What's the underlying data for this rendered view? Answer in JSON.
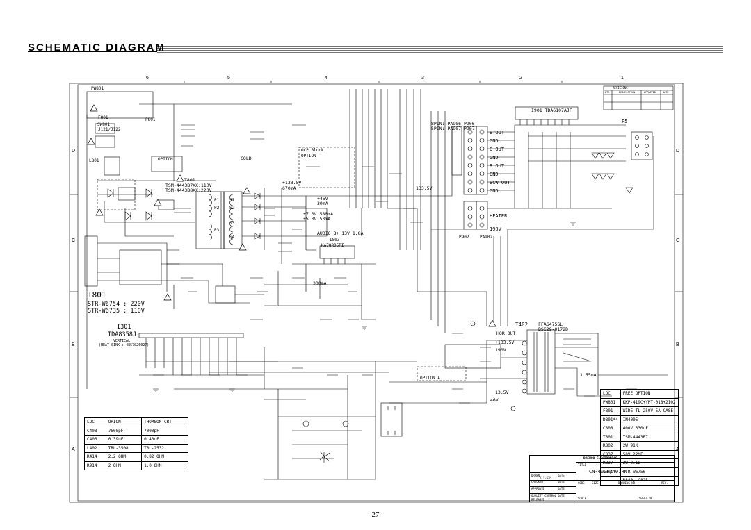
{
  "page": {
    "title": "SCHEMATIC DIAGRAM",
    "page_number": "-27-"
  },
  "grid": {
    "columns": [
      "6",
      "5",
      "4",
      "3",
      "2",
      "1"
    ],
    "rows": [
      "D",
      "C",
      "B",
      "A"
    ]
  },
  "labels": {
    "pw801": "PW801",
    "p801": "P801",
    "f801": "F801",
    "sw801": "SW801",
    "j121": "J121/J122",
    "lb01": "LB01",
    "option": "OPTION",
    "t801": "T801",
    "t801_a": "TSM-4443B7XX:110V",
    "t801_b": "TSM-4443B8XX:220V",
    "s1": "S1",
    "s2": "S2",
    "s3": "S3",
    "s4": "S4",
    "p1": "P1",
    "p2": "P2",
    "p3": "P3",
    "i801_big": "I801",
    "str_a": "STR-W6754 : 220V",
    "str_b": "STR-W6735 : 110V",
    "i301": "I301",
    "tda8358j": "TDA8358J",
    "vertical": "VERTICAL",
    "heat_sink": "(HEAT SINK : 4857026027)",
    "ocp_block": "OCP Block",
    "ocp_option": "OPTION",
    "cold": "COLD",
    "v133": "+133.5V",
    "ma670": "670mA",
    "v45": "+45V",
    "ma30": "30mA",
    "v7": "+7.0V 580mA",
    "v5": "+5.0V 53mA",
    "audio": "AUDIO B+ 13V 1.8A",
    "i803": "I803",
    "ka78r05": "KA78R05PI",
    "ma300": "300mA",
    "v133_right": "133.5V",
    "pin8": "8PIN: PA906  P906",
    "pin5": "5PIN: PA907  P907",
    "i901": "I901  TDA6107AJF",
    "p5": "P5",
    "b_out": "B OUT",
    "gnd": "GND",
    "g_out": "G OUT",
    "r_out": "R OUT",
    "bcw_out": "BCW OUT",
    "heater": "HEATER",
    "v190": "190V",
    "p902": "P902",
    "pa902": "PA902",
    "t402": "T402",
    "ffa": "FFA6475SL",
    "bsc": "BSC29-0172D",
    "hor_out": "HOR.OUT",
    "v133_t402": "+133.5V",
    "v190_b": "190V",
    "v13_5": "13.5V",
    "v46": "46V",
    "ma155": "1.55mA",
    "option_a": "OPTION A",
    "crt_tbl": {
      "header": [
        "LOC",
        "ORION",
        "THOMSON CRT"
      ],
      "rows": [
        [
          "C408",
          "7500pF",
          "7000pF"
        ],
        [
          "C406",
          "0.39uF",
          "0.43uF"
        ],
        [
          "L402",
          "TRL-3508",
          "TRL-2532"
        ],
        [
          "R414",
          "2.2 OHM",
          "0.82 OHM"
        ],
        [
          "R914",
          "2 OHM",
          "1.0 OHM"
        ]
      ]
    },
    "free_tbl": {
      "header": [
        "LOC",
        "FREE OPTION"
      ],
      "rows": [
        [
          "PW801",
          "KKP-419C+YPT-018+2102"
        ],
        [
          "F801",
          "WIDE TL 250V 5A CASE"
        ],
        [
          "D801*4",
          "IN4005"
        ],
        [
          "C808",
          "400V 330uF"
        ],
        [
          "T801",
          "TSM-4443B7"
        ],
        [
          "R802",
          "2W 91K"
        ],
        [
          "C837",
          "50V 22MF"
        ],
        [
          "R837",
          "2W 0.1Ω"
        ],
        [
          "I801",
          "STR-W6756"
        ],
        [
          "",
          "R840, C825"
        ]
      ]
    },
    "tb_company": "DAEWOO ELECTRONICS",
    "tb_model": "CN-400F/401FN",
    "tb_title": "TITLE",
    "tb_drawn": "DRAWN",
    "tb_checked": "CHECKED",
    "tb_approved": "APPROVED",
    "tb_quality": "QUALITY CONTROL",
    "tb_released": "RELEASED",
    "tb_date": "DATE",
    "tb_code": "CODE",
    "tb_size": "SIZE",
    "tb_drawing": "DRAWING NO.",
    "tb_rev": "REV.",
    "tb_scale": "SCALE",
    "tb_sheet": "SHEET  OF",
    "tb_name": "K.Y.KIM",
    "rev_block": "REVISIONS",
    "rev_ltr": "LTR",
    "rev_desc": "DESCRIPTION",
    "rev_approved": "APPROVED",
    "rev_date": "DATE"
  }
}
